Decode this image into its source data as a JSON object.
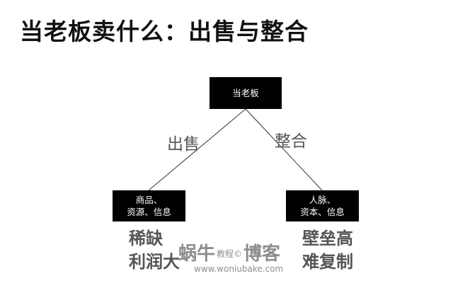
{
  "title": "当老板卖什么：出售与整合",
  "nodes": {
    "top": {
      "lines": [
        "当老板"
      ]
    },
    "left": {
      "lines": [
        "商品、",
        "资源、信息"
      ]
    },
    "right": {
      "lines": [
        "人脉、",
        "资本、信息"
      ]
    }
  },
  "edges": {
    "left_label": "出售",
    "right_label": "整合"
  },
  "outcomes": {
    "left": [
      "稀缺",
      "利润大"
    ],
    "right": [
      "壁垒高",
      "难复制"
    ]
  },
  "watermark": {
    "big_left": "蜗牛",
    "small": "教程©",
    "big_right": "博客",
    "url": "www.woniubake.com"
  }
}
